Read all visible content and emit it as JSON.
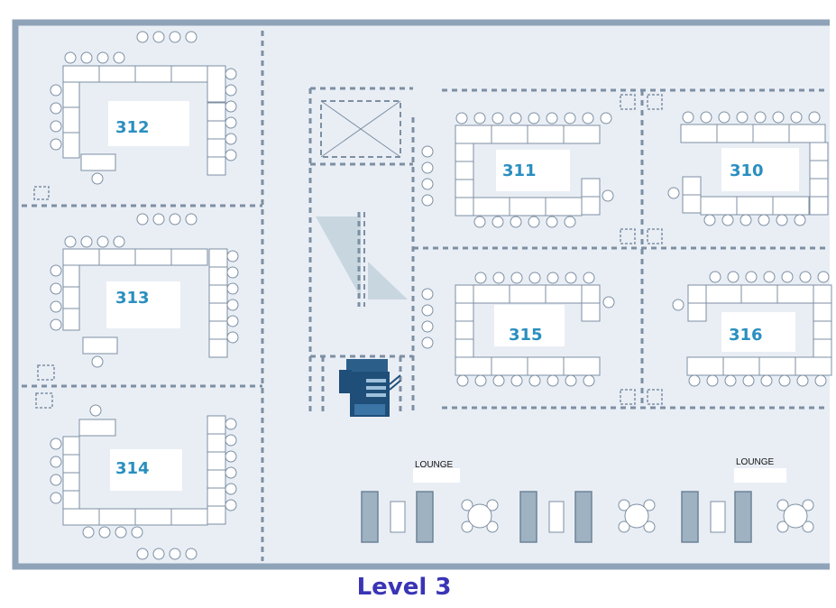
{
  "floor": {
    "title": "Level 3",
    "colors": {
      "background": "#e9eef5",
      "wall": "#8fa3b8",
      "partition": "#7d8fa3",
      "room_label": "#2a8fc0",
      "title": "#3a35b5",
      "sofa": "#9fb2c2",
      "copier": "#1f4e79"
    }
  },
  "rooms": [
    {
      "id": "312",
      "label": "312"
    },
    {
      "id": "313",
      "label": "313"
    },
    {
      "id": "314",
      "label": "314"
    },
    {
      "id": "311",
      "label": "311"
    },
    {
      "id": "310",
      "label": "310"
    },
    {
      "id": "315",
      "label": "315"
    },
    {
      "id": "316",
      "label": "316"
    }
  ],
  "lounges": [
    {
      "id": "lounge-1",
      "label": "LOUNGE"
    },
    {
      "id": "lounge-2",
      "label": "LOUNGE"
    }
  ],
  "icons": {
    "copier": "copier-icon",
    "elevator": "elevator-icon",
    "stairs": "stairs-icon"
  }
}
